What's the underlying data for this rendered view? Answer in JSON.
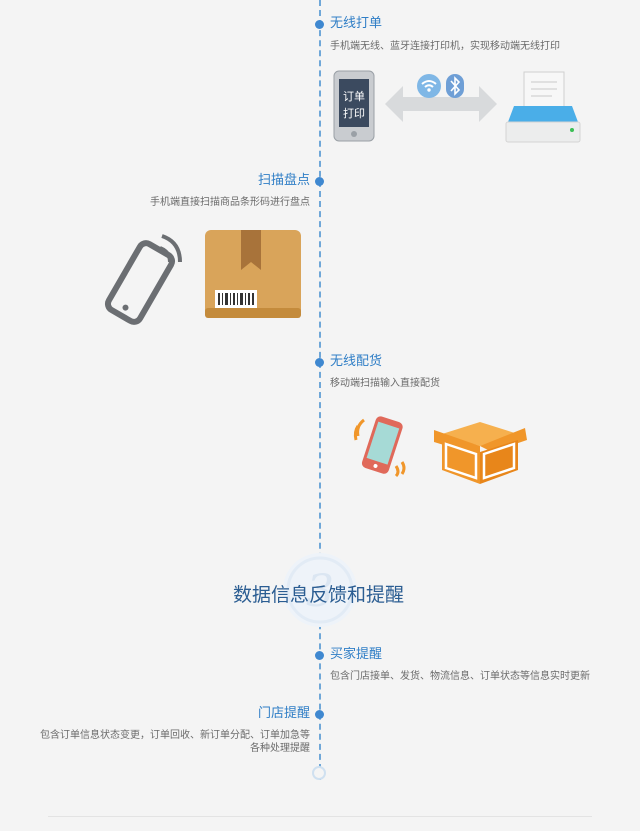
{
  "features": [
    {
      "title": "无线打单",
      "desc": "手机端无线、蓝牙连接打印机，实现移动端无线打印",
      "phone_text": [
        "订单",
        "打印"
      ]
    },
    {
      "title": "扫描盘点",
      "desc": "手机端直接扫描商品条形码进行盘点"
    },
    {
      "title": "无线配货",
      "desc": "移动端扫描输入直接配货"
    }
  ],
  "section": {
    "number": "3",
    "title": "数据信息反馈和提醒"
  },
  "reminders": [
    {
      "title": "买家提醒",
      "desc": "包含门店接单、发货、物流信息、订单状态等信息实时更新"
    },
    {
      "title": "门店提醒",
      "desc_lines": [
        "包含订单信息状态变更，订单回收、新订单分配、订单加急等",
        "各种处理提醒"
      ]
    }
  ],
  "colors": {
    "accent": "#2f7ec6",
    "timeline": "#6fa7d8",
    "orange": "#f0962a",
    "box": "#d9a45a"
  },
  "icons": [
    "phone-print-icon",
    "wifi-icon",
    "bluetooth-icon",
    "printer-icon",
    "phone-scan-icon",
    "barcode-box-icon",
    "phone-orange-icon",
    "open-box-icon"
  ]
}
